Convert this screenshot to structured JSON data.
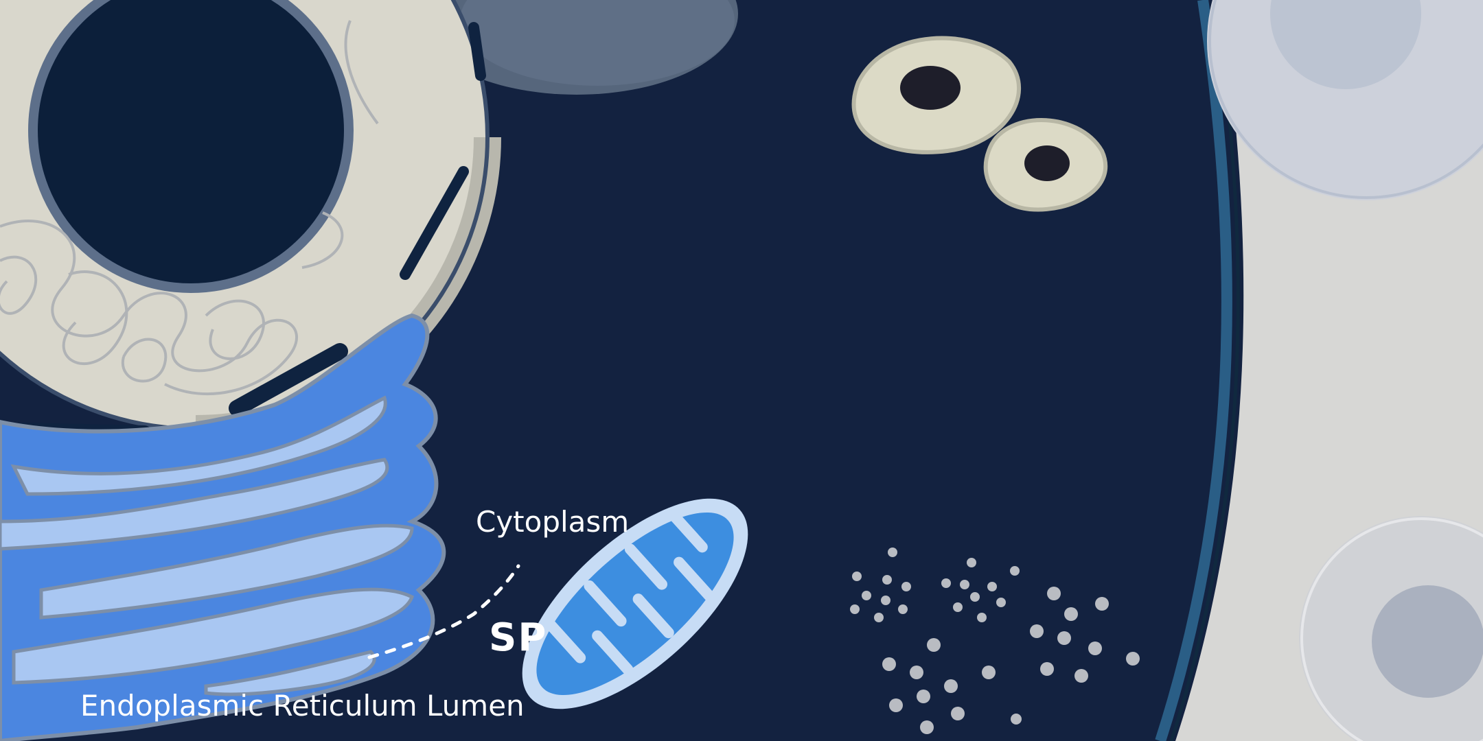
{
  "labels": {
    "cytoplasm": "Cytoplasm",
    "signal_peptide": "SP",
    "er_lumen": "Endoplasmic Reticulum Lumen"
  },
  "colors": {
    "cytoplasm_background": "#132240",
    "nucleus_envelope": "#d9d7cc",
    "nucleus_interior": "#0c1f3a",
    "rough_er_dark": "#4b86e0",
    "rough_er_light": "#a9c7f2",
    "mitochondrion_outer": "#c7dcf5",
    "mitochondrion_inner": "#3d8ee0",
    "vesicle_fill": "#dcdac6",
    "vesicle_core": "#1e1e2a",
    "cell_membrane": "#2a5e86",
    "extracellular": "#d6d6d6",
    "ribosomes": "#b9bcc2",
    "label_text": "#ffffff"
  }
}
